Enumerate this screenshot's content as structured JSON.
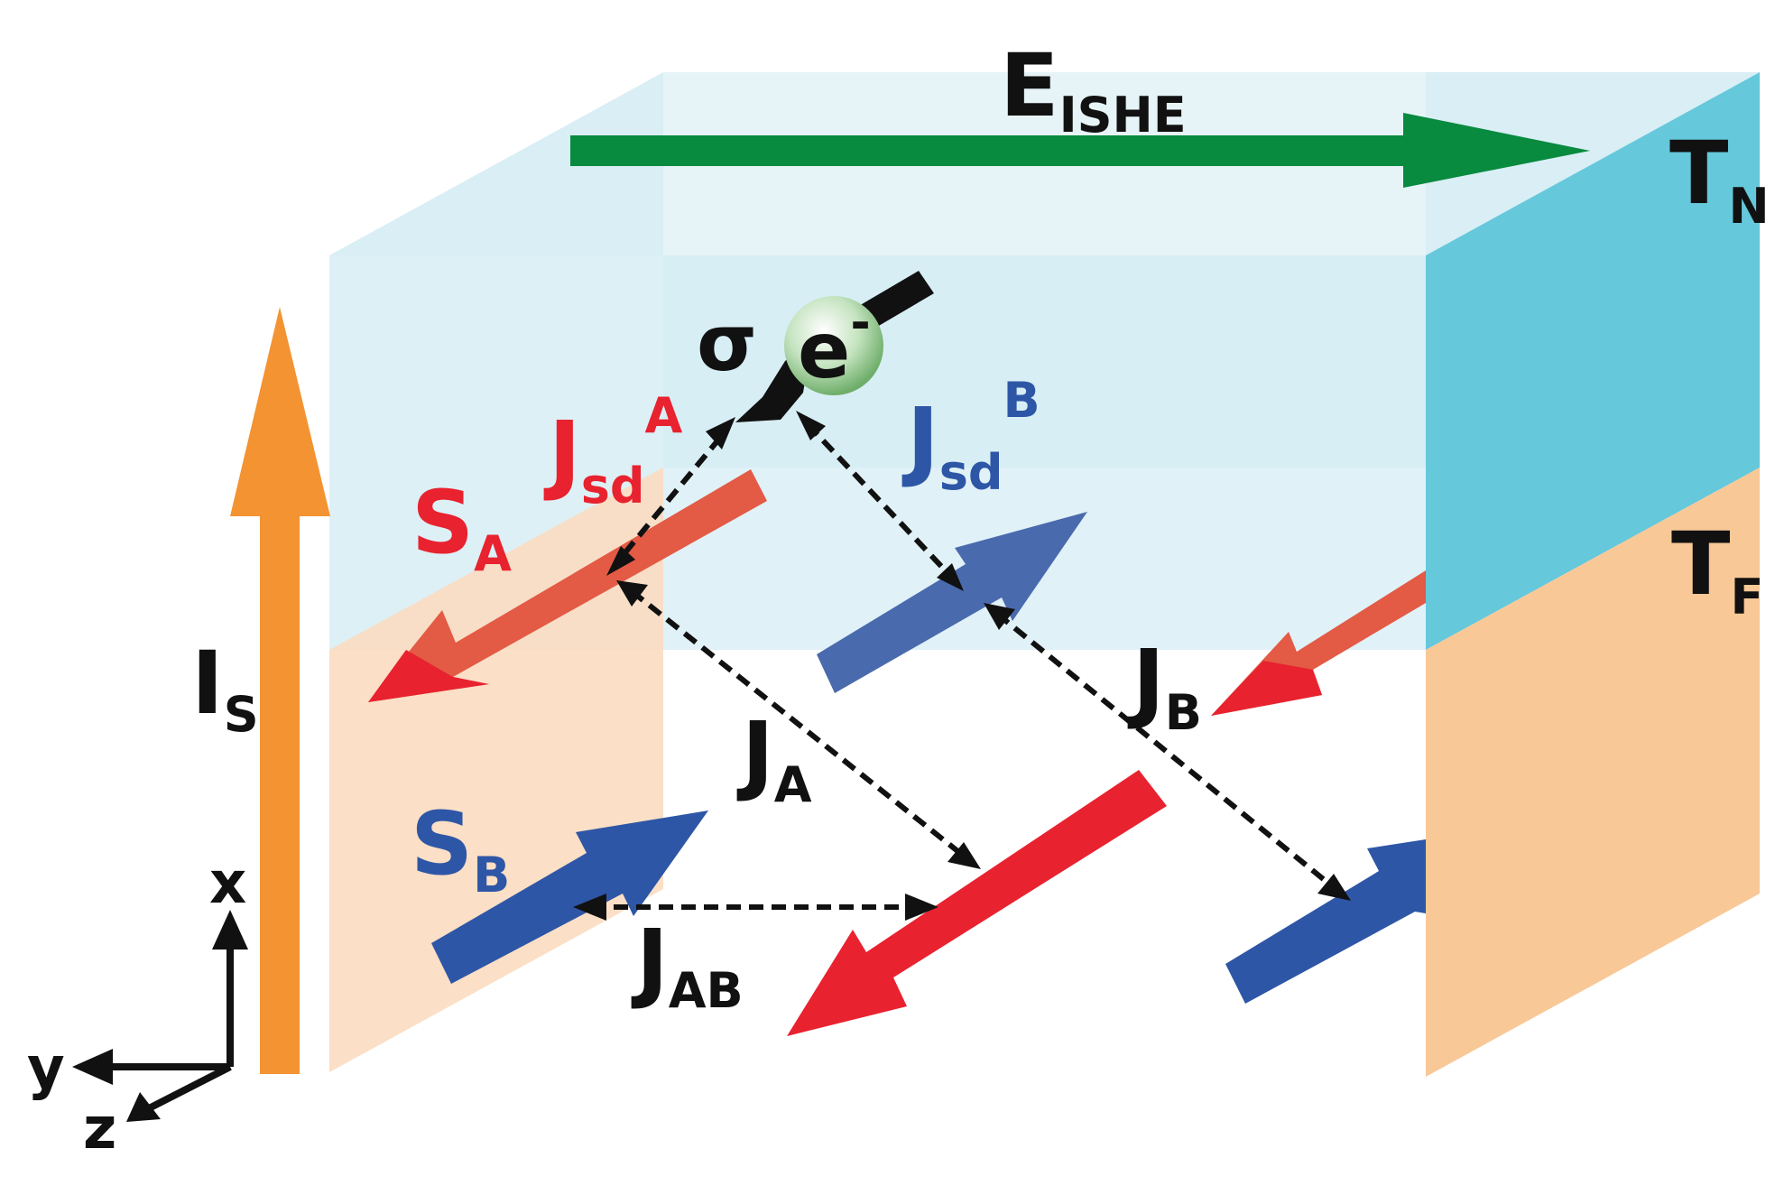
{
  "labels": {
    "e_ishe": {
      "main": "E",
      "sub": "ISHE"
    },
    "t_n": {
      "main": "T",
      "sub": "N"
    },
    "t_f": {
      "main": "T",
      "sub": "F"
    },
    "sigma": "σ",
    "electron": {
      "main": "e",
      "sup": "-"
    },
    "j_sd_a": {
      "main": "J",
      "sub": "sd",
      "sup": "A"
    },
    "j_sd_b": {
      "main": "J",
      "sub": "sd",
      "sup": "B"
    },
    "s_a": {
      "main": "S",
      "sub": "A"
    },
    "s_b": {
      "main": "S",
      "sub": "B"
    },
    "i_s": {
      "main": "I",
      "sub": "S"
    },
    "j_a": {
      "main": "J",
      "sub": "A"
    },
    "j_b": {
      "main": "J",
      "sub": "B"
    },
    "j_ab": {
      "main": "J",
      "sub": "AB"
    },
    "axis_x": "x",
    "axis_y": "y",
    "axis_z": "z"
  },
  "colors": {
    "normal_layer": "#c8e7f1",
    "normal_side": "#65c8db",
    "ferro_layer": "#fbd1ab",
    "ferro_side": "#f9c897",
    "electric_field": "#088a3f",
    "spin_current": "#f39332",
    "sublattice_a": "#e8222f",
    "sublattice_a_faded": "#e35a45",
    "sublattice_b": "#2e56a6",
    "sublattice_b_faded": "#4a6aae",
    "coupling": "#1a1a1a",
    "electron": "#8fc98a"
  }
}
